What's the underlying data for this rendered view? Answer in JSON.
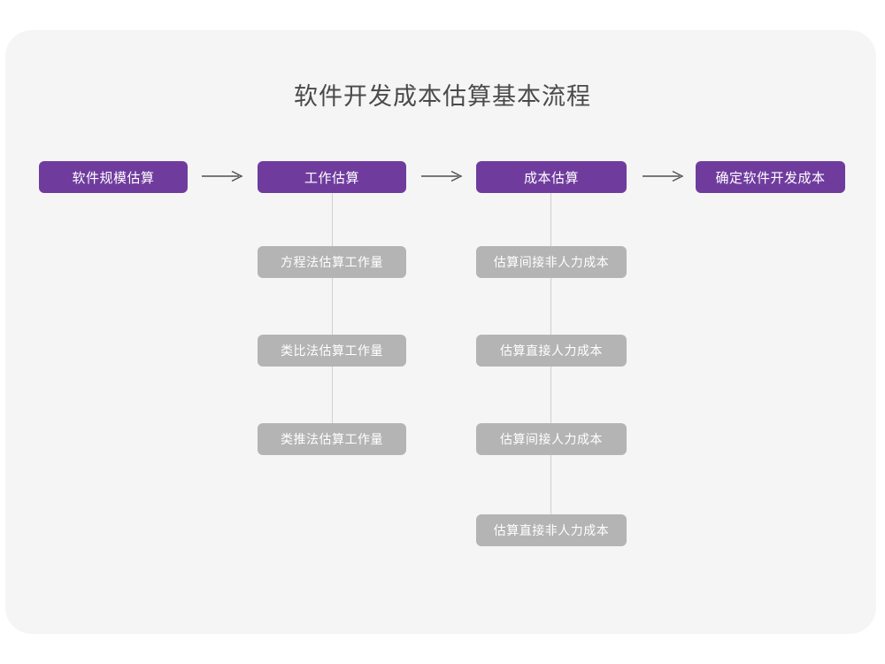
{
  "title": "软件开发成本估算基本流程",
  "colors": {
    "page_background": "#ffffff",
    "card_background": "#f5f5f5",
    "primary_node": "#6f3c9e",
    "sub_node": "#b4b4b4",
    "node_text": "#ffffff",
    "title_text": "#4a4a4a",
    "connector_line": "#cfcfcf",
    "arrow": "#4f4f4f"
  },
  "chart_data": {
    "type": "diagram",
    "title": "软件开发成本估算基本流程",
    "orientation": "horizontal-with-vertical-branches",
    "main_flow": [
      {
        "id": "step-1",
        "label": "软件规模估算",
        "children": []
      },
      {
        "id": "step-2",
        "label": "工作估算",
        "children": [
          "方程法估算工作量",
          "类比法估算工作量",
          "类推法估算工作量"
        ]
      },
      {
        "id": "step-3",
        "label": "成本估算",
        "children": [
          "估算间接非人力成本",
          "估算直接人力成本",
          "估算间接人力成本",
          "估算直接非人力成本"
        ]
      },
      {
        "id": "step-4",
        "label": "确定软件开发成本",
        "children": []
      }
    ],
    "connectors": [
      {
        "from": "软件规模估算",
        "to": "工作估算",
        "glyph": "arrow-right"
      },
      {
        "from": "工作估算",
        "to": "成本估算",
        "glyph": "arrow-right"
      },
      {
        "from": "成本估算",
        "to": "确定软件开发成本",
        "glyph": "arrow-right"
      }
    ]
  },
  "nodes": {
    "primary": [
      {
        "label": "软件规模估算"
      },
      {
        "label": "工作估算"
      },
      {
        "label": "成本估算"
      },
      {
        "label": "确定软件开发成本"
      }
    ],
    "branch_work": [
      {
        "label": "方程法估算工作量"
      },
      {
        "label": "类比法估算工作量"
      },
      {
        "label": "类推法估算工作量"
      }
    ],
    "branch_cost": [
      {
        "label": "估算间接非人力成本"
      },
      {
        "label": "估算直接人力成本"
      },
      {
        "label": "估算间接人力成本"
      },
      {
        "label": "估算直接非人力成本"
      }
    ]
  }
}
